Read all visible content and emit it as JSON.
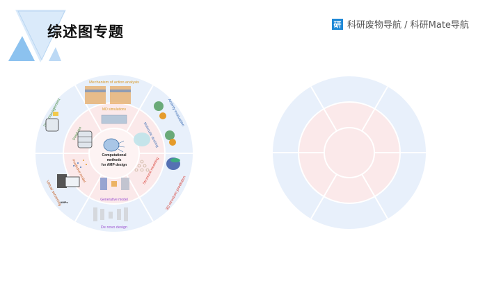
{
  "header": {
    "title": "综述图专题",
    "brand_logo": "研",
    "brand_text": "科研废物导航 / 科研Mate导航"
  },
  "left_diagram": {
    "center": [
      "Computational",
      "methods",
      "for AMP design"
    ],
    "inner_ring": [
      "MD simulations",
      "Molecular docking",
      "Structural modeling",
      "Generative model",
      "Predictive model",
      "Database"
    ],
    "outer_ring": [
      "Mechanism of action analysis",
      "Activity evaluation",
      "3D structure prediction",
      "De novo design",
      "Virtual screening",
      "Data management"
    ],
    "small_labels": [
      "AMPs"
    ]
  },
  "right_diagram": {
    "description": "empty template wheel",
    "outer_segments": 6,
    "inner_segments": 6
  },
  "colors": {
    "outer_ring": "#e8f0fb",
    "inner_ring": "#fbe9ea",
    "divider": "#ffffff",
    "deco_blue": "#8cc2ef",
    "deco_light": "#cfe3f8",
    "brand_blue": "#1e88d6"
  }
}
